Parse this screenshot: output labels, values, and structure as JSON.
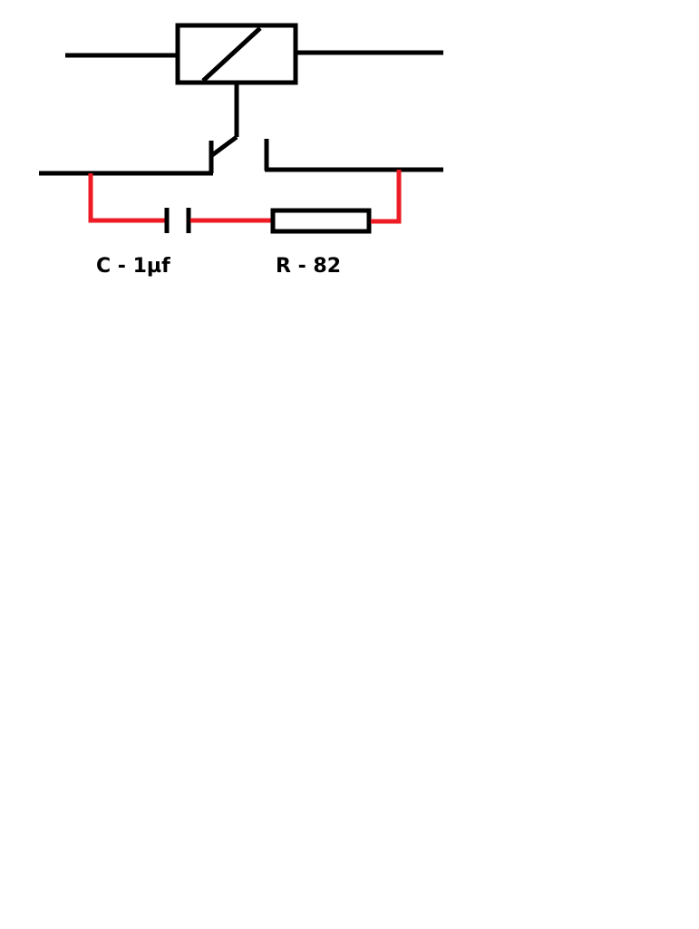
{
  "diagram": {
    "labels": {
      "capacitor": "C - 1µf",
      "resistor": "R - 82"
    },
    "colors": {
      "circuit": "#000000",
      "snubber": "#ed1c24",
      "background": "#ffffff"
    },
    "components": {
      "relay_coil": "relay-coil",
      "switch_contact": "normally-open-contact",
      "capacitor": "capacitor",
      "resistor": "resistor"
    }
  }
}
